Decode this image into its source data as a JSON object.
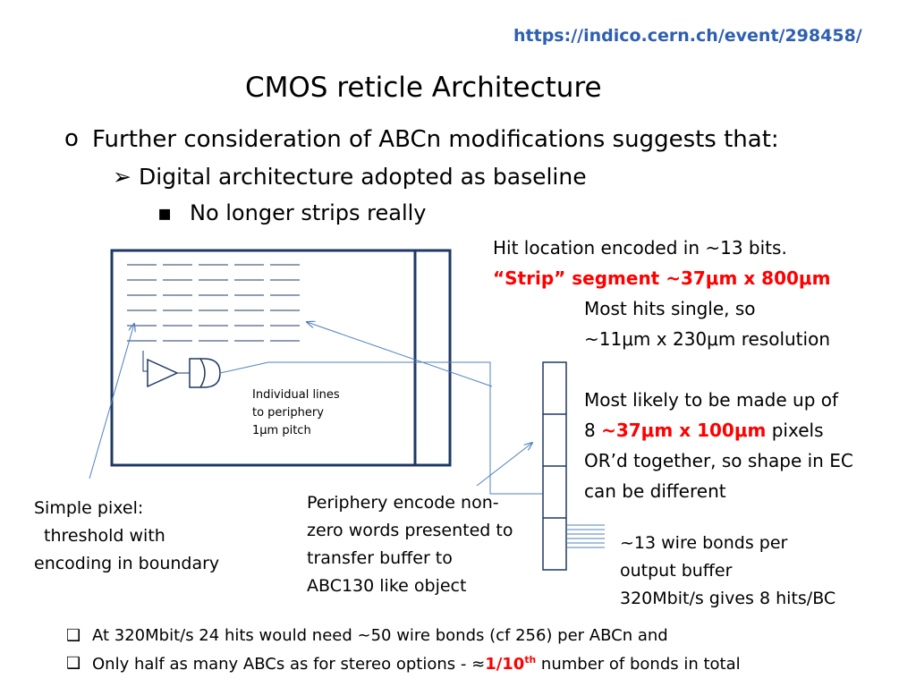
{
  "url": "https://indico.cern.ch/event/298458/",
  "title": "CMOS reticle Architecture",
  "bullets": {
    "b1_mark": "o",
    "b1": "Further consideration of ABCn modifications suggests that:",
    "b2_mark": "➢",
    "b2": "Digital architecture adopted as baseline",
    "b3_mark": "▪",
    "b3": "No longer strips really"
  },
  "notes": {
    "hit_location": "Hit location encoded in ~13 bits.",
    "strip_segment": "“Strip” segment ~37μm x 800μm",
    "most_hits": "Most hits single, so",
    "resolution": "~11μm x 230μm resolution",
    "likely": "Most likely to be made up of",
    "pix_prefix": "8 ",
    "pix_red": "~37μm x 100μm",
    "pix_suffix": " pixels",
    "ord": "OR’d together, so shape in EC",
    "different": "can be different"
  },
  "diagram": {
    "lines_1": "Individual lines",
    "lines_2": "to periphery",
    "lines_3": "1μm pitch"
  },
  "captions": {
    "simple_1": "Simple pixel:",
    "simple_2": "threshold with",
    "simple_3": "encoding in boundary",
    "periph_1": "Periphery encode  non-",
    "periph_2": "zero words presented to",
    "periph_3": "transfer buffer to",
    "periph_4": "ABC130 like object",
    "wire_1": "~13 wire bonds per",
    "wire_2": "output buffer",
    "wire_3": "320Mbit/s gives 8 hits/BC"
  },
  "footer": {
    "f1_mark": "❑",
    "f1": "At 320Mbit/s 24 hits would need ~50 wire bonds (cf 256) per ABCn and",
    "f2_mark": "❑",
    "f2_prefix": "Only half as many ABCs as for stereo options - ≈",
    "f2_red": "1/10",
    "f2_sup": "th",
    "f2_suffix": " number of bonds in total"
  },
  "colors": {
    "url": "#2e5fb0",
    "accent_red": "#ff0000",
    "arrow": "#4f81bd",
    "box": "#1f3864"
  }
}
